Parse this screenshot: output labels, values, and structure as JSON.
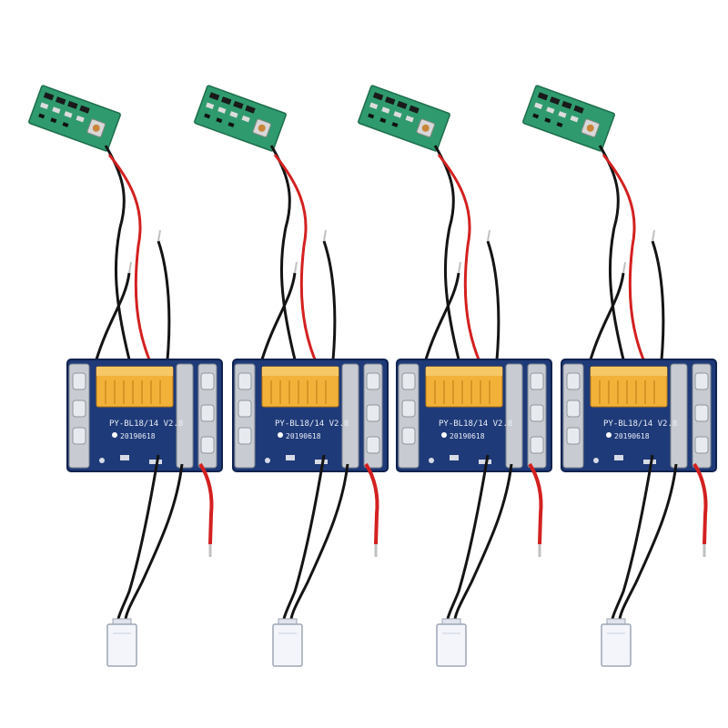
{
  "image": {
    "kind": "product-photo",
    "subject": "4 x Li-ion battery protection circuit board with LED indicator board and wire harness",
    "unit_count": 4,
    "background_color": "#ffffff"
  },
  "units": [
    {
      "board_label": "PY-BL18/14 V2.8",
      "board_date": "20190618"
    },
    {
      "board_label": "PY-BL18/14 V2.8",
      "board_date": "20190618"
    },
    {
      "board_label": "PY-BL18/14 V2.8",
      "board_date": "20190618"
    },
    {
      "board_label": "PY-BL18/14 V2.8",
      "board_date": "20190618"
    }
  ],
  "colors": {
    "main_pcb": "#1f3a78",
    "indicator_pcb": "#2f9a6e",
    "connector_body": "#f2b23a",
    "wire_red": "#d42020",
    "wire_black": "#141414",
    "plug_white": "#f3f5fb",
    "terminal_metal": "#c8ccd2"
  },
  "icons": [
    "led-indicator-board",
    "battery-pcb",
    "connector-plug"
  ]
}
